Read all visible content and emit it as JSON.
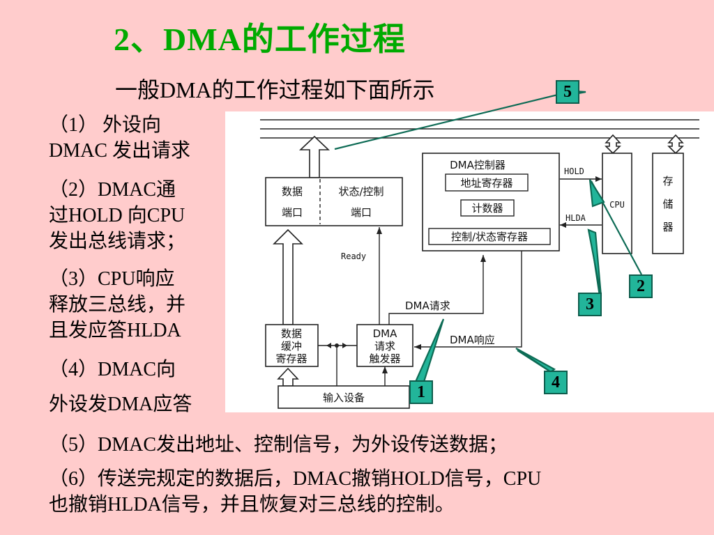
{
  "slide": {
    "title": "2、DMA的工作过程",
    "subtitle": "一般DMA的工作过程如下面所示",
    "left_text": [
      "（1） 外设向",
      "DMAC 发出请求",
      "（2）DMAC通",
      "过HOLD 向CPU",
      "发出总线请求；",
      "（3）CPU响应",
      "释放三总线，并",
      "且发应答HLDA",
      "（4）DMAC向",
      "外设发DMA应答"
    ],
    "bottom_text": [
      "（5）DMAC发出地址、控制信号，为外设传送数据；",
      "（6）传送完规定的数据后，DMAC撤销HOLD信号，CPU",
      "也撤销HLDA信号，并且恢复对三总线的控制。"
    ]
  },
  "diagram": {
    "port_data_1": "数据",
    "port_data_2": "端口",
    "port_status_1": "状态/控制",
    "port_status_2": "端口",
    "dma_controller": "DMA控制器",
    "address_register": "地址寄存器",
    "counter": "计数器",
    "control_status_register": "控制/状态寄存器",
    "hold": "HOLD",
    "hlda": "HLDA",
    "cpu": "CPU",
    "memory": [
      "存",
      "储",
      "器"
    ],
    "ready": "Ready",
    "dma_request": "DMA请求",
    "dma_response": "DMA响应",
    "buffer_1": "数据",
    "buffer_2": "缓冲",
    "buffer_3": "寄存器",
    "trigger_1": "DMA",
    "trigger_2": "请求",
    "trigger_3": "触发器",
    "input_device": "输入设备"
  },
  "badges": [
    "1",
    "2",
    "3",
    "4",
    "5"
  ],
  "colors": {
    "background": "#ffcccc",
    "title": "#00aa00",
    "badge": "#22b59a"
  }
}
